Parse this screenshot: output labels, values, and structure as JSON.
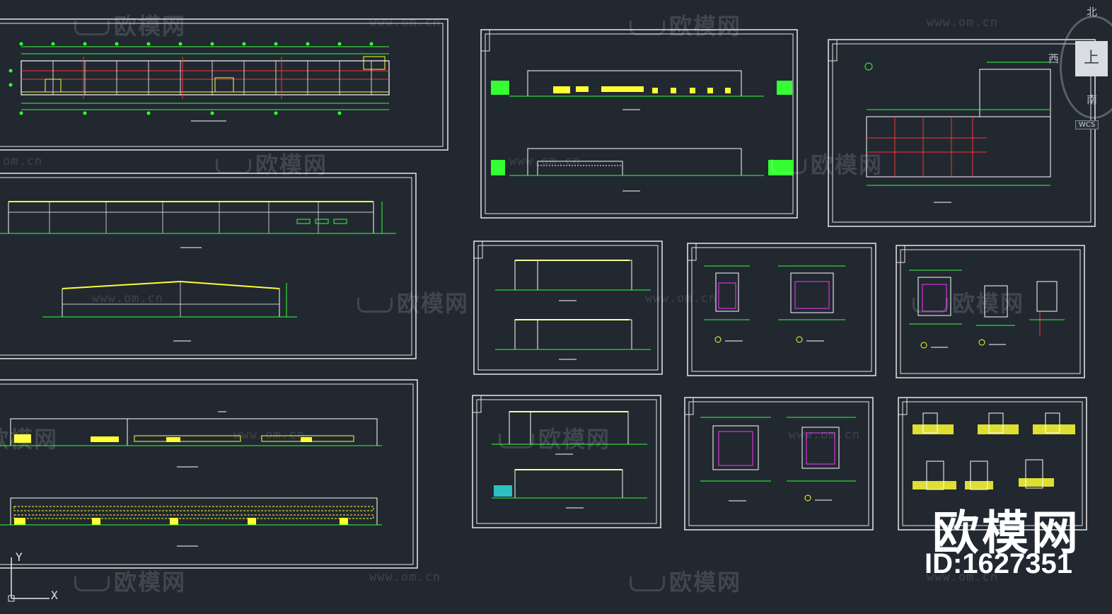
{
  "app": {
    "watermark_brand": "欧模网",
    "watermark_url": "www.om.cn",
    "watermark_url_short": "om.cn",
    "id_label": "ID:1627351"
  },
  "viewcube": {
    "north": "北",
    "west": "西",
    "south": "南",
    "face": "上",
    "wcs": "WCS"
  },
  "ucs": {
    "x_axis": "X",
    "y_axis": "Y"
  },
  "colors": {
    "background": "#212830",
    "frame": "#e8e8e8",
    "yellow": "#ffff33",
    "green": "#33ff33",
    "red": "#ff3333",
    "magenta": "#ff33ff",
    "white": "#ffffff"
  }
}
